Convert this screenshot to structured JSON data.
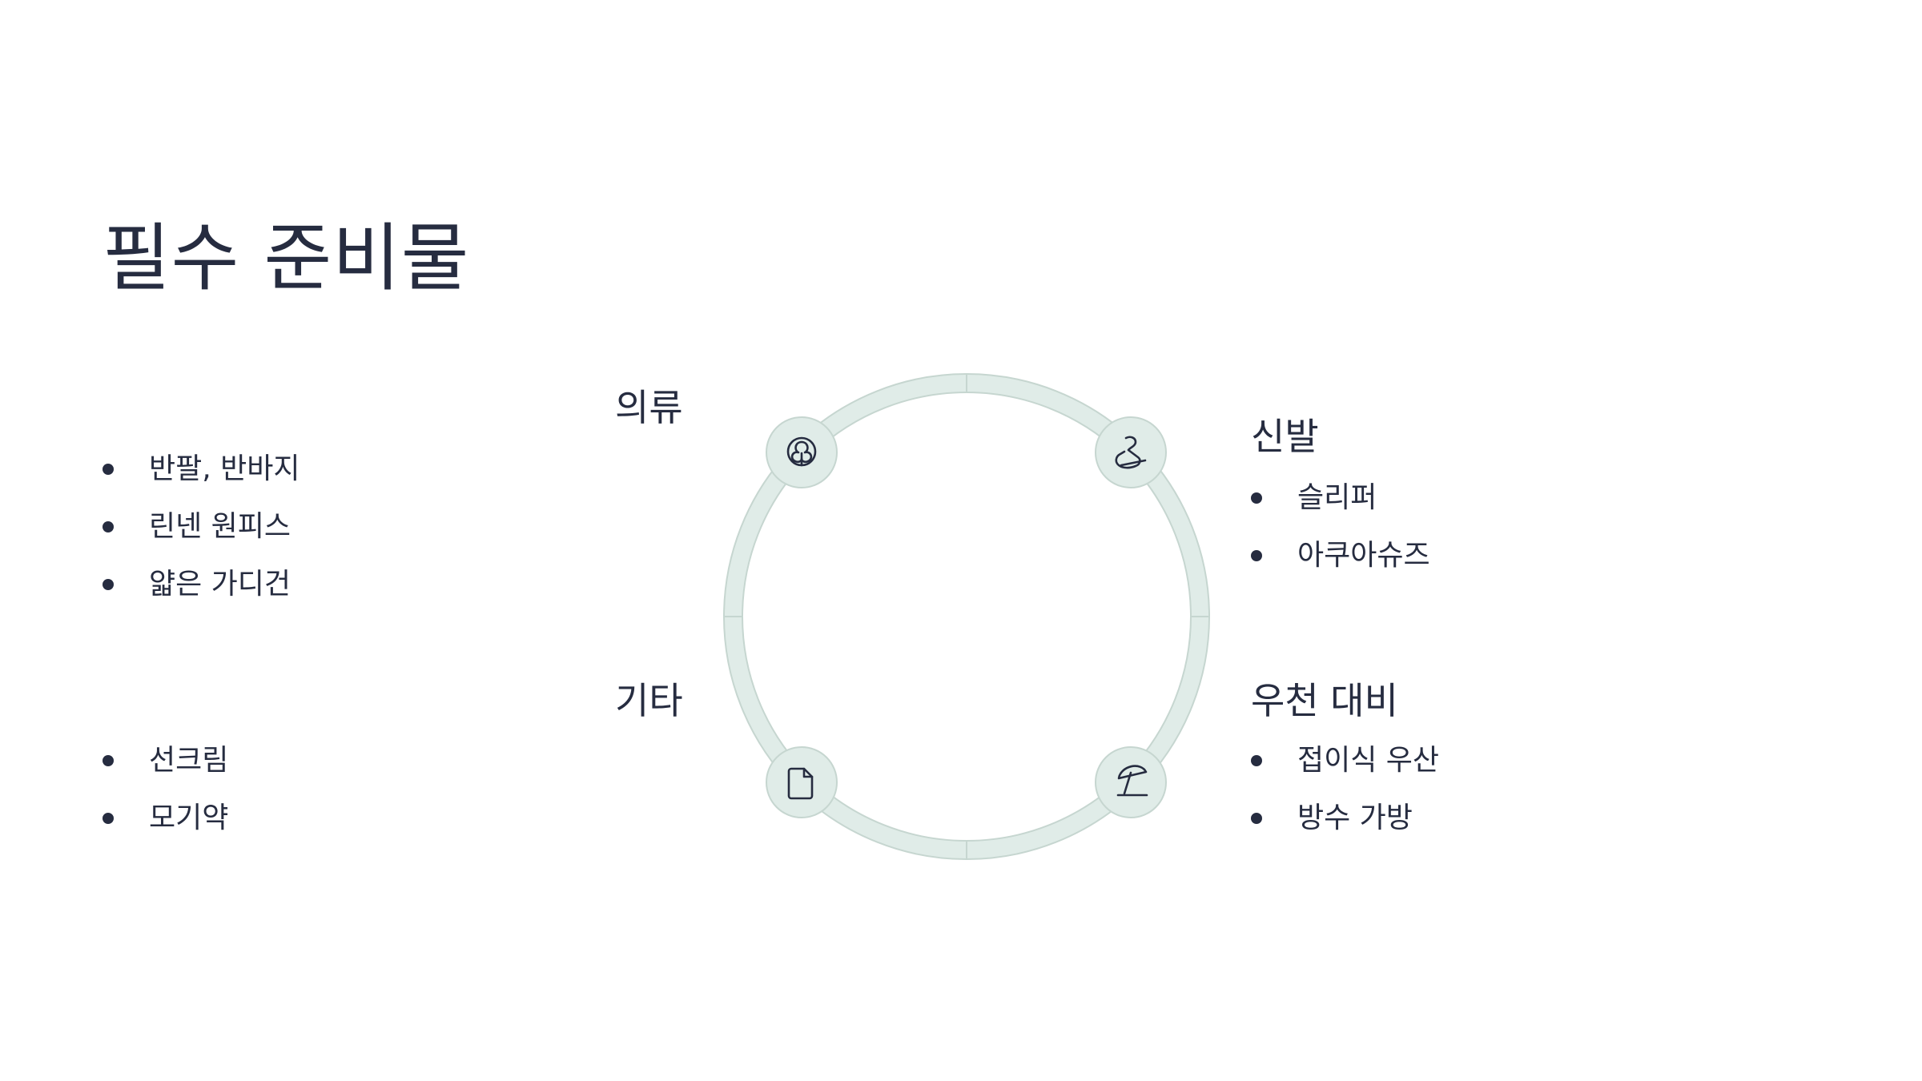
{
  "title": "필수 준비물",
  "categories": {
    "clothing": {
      "label": "의류",
      "icon": "cotton-flower-icon",
      "items": [
        "반팔, 반바지",
        "린넨 원피스",
        "얇은 가디건"
      ]
    },
    "shoes": {
      "label": "신발",
      "icon": "sock-icon",
      "items": [
        "슬리퍼",
        "아쿠아슈즈"
      ]
    },
    "rain": {
      "label": "우천 대비",
      "icon": "beach-umbrella-icon",
      "items": [
        "접이식 우산",
        "방수 가방"
      ]
    },
    "misc": {
      "label": "기타",
      "icon": "document-icon",
      "items": [
        "선크림",
        "모기약"
      ]
    }
  },
  "colors": {
    "text": "#262c40",
    "ring_fill": "#e0ece8",
    "ring_stroke": "#c6d6d0"
  }
}
